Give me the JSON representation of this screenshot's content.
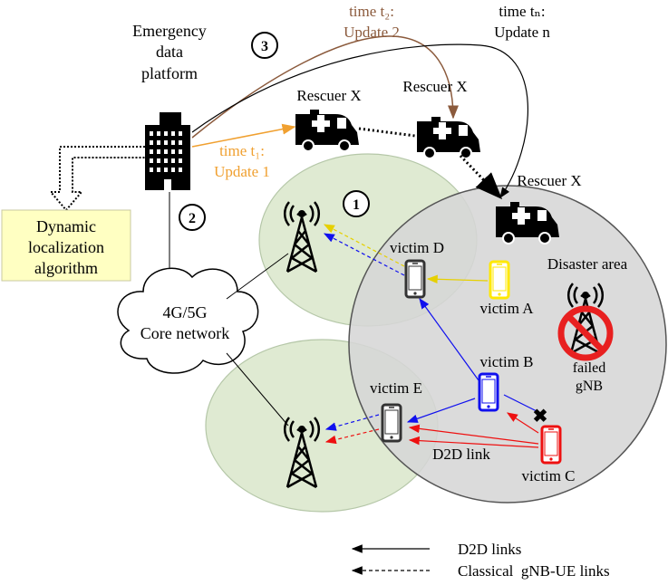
{
  "platform": {
    "line1": "Emergency",
    "line2": "data",
    "line3": "platform"
  },
  "algorithm": {
    "line1": "Dynamic",
    "line2": "localization",
    "line3": "algorithm"
  },
  "core": {
    "line1": "4G/5G",
    "line2": "Core network"
  },
  "steps": {
    "s1": "1",
    "s2": "2",
    "s3": "3"
  },
  "updates": {
    "u1": {
      "line1": "time t₁:",
      "line2": "Update 1"
    },
    "u2": {
      "line1": "time t₂:",
      "line2": "Update 2"
    },
    "un": {
      "line1": "time tₙ:",
      "line2": "Update n"
    }
  },
  "rescuer": {
    "r1": "Rescuer X",
    "r2": "Rescuer X",
    "r3": "Rescuer X"
  },
  "disaster_area": "Disaster area",
  "victims": {
    "a": "victim A",
    "b": "victim B",
    "c": "victim C",
    "d": "victim D",
    "e": "victim E"
  },
  "failed_gnb": {
    "line1": "failed",
    "line2": "gNB"
  },
  "d2d_link": "D2D link",
  "legend": {
    "d2d": "D2D links",
    "classical": "Classical  gNB-UE links"
  },
  "colors": {
    "orange": "#f0a030",
    "brown": "#8b5a3c",
    "blue": "#1010ee",
    "red": "#ee1010",
    "yellow": "#ffe800",
    "disaster_fill": "#d6d6d6",
    "cell_fill": "#dfead2",
    "algo_fill": "#ffffc2",
    "forbidden": "#e82020"
  },
  "icons": [
    "building-icon",
    "ambulance-icon",
    "cell-tower-icon",
    "smartphone-icon",
    "forbidden-sign-icon",
    "cloud-icon",
    "block-arrow-icon"
  ]
}
